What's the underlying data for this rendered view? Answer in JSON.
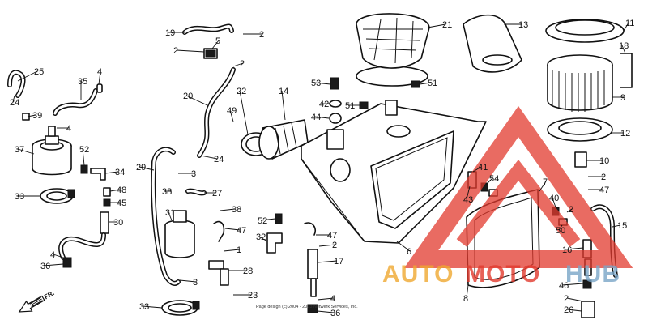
{
  "callouts": [
    {
      "id": "c-25",
      "text": "25"
    },
    {
      "id": "c-4a",
      "text": "4"
    },
    {
      "id": "c-35",
      "text": "35"
    },
    {
      "id": "c-24a",
      "text": "24"
    },
    {
      "id": "c-39",
      "text": "39"
    },
    {
      "id": "c-4b",
      "text": "4"
    },
    {
      "id": "c-37",
      "text": "37"
    },
    {
      "id": "c-52a",
      "text": "52"
    },
    {
      "id": "c-34",
      "text": "34"
    },
    {
      "id": "c-48",
      "text": "48"
    },
    {
      "id": "c-45",
      "text": "45"
    },
    {
      "id": "c-33a",
      "text": "33"
    },
    {
      "id": "c-30",
      "text": "30"
    },
    {
      "id": "c-4c",
      "text": "4"
    },
    {
      "id": "c-36a",
      "text": "36"
    },
    {
      "id": "c-19",
      "text": "19"
    },
    {
      "id": "c-2a",
      "text": "2"
    },
    {
      "id": "c-5",
      "text": "5"
    },
    {
      "id": "c-2b",
      "text": "2"
    },
    {
      "id": "c-2c",
      "text": "2"
    },
    {
      "id": "c-20",
      "text": "20"
    },
    {
      "id": "c-22",
      "text": "22"
    },
    {
      "id": "c-49",
      "text": "49"
    },
    {
      "id": "c-14",
      "text": "14"
    },
    {
      "id": "c-24b",
      "text": "24"
    },
    {
      "id": "c-29",
      "text": "29"
    },
    {
      "id": "c-3a",
      "text": "3"
    },
    {
      "id": "c-38a",
      "text": "38"
    },
    {
      "id": "c-27",
      "text": "27"
    },
    {
      "id": "c-38b",
      "text": "38"
    },
    {
      "id": "c-31",
      "text": "31"
    },
    {
      "id": "c-47a",
      "text": "47"
    },
    {
      "id": "c-1",
      "text": "1"
    },
    {
      "id": "c-28",
      "text": "28"
    },
    {
      "id": "c-3b",
      "text": "3"
    },
    {
      "id": "c-23",
      "text": "23"
    },
    {
      "id": "c-33b",
      "text": "33"
    },
    {
      "id": "c-53",
      "text": "53"
    },
    {
      "id": "c-42",
      "text": "42"
    },
    {
      "id": "c-44",
      "text": "44"
    },
    {
      "id": "c-51a",
      "text": "51"
    },
    {
      "id": "c-51b",
      "text": "51"
    },
    {
      "id": "c-21",
      "text": "21"
    },
    {
      "id": "c-52b",
      "text": "52"
    },
    {
      "id": "c-32",
      "text": "32"
    },
    {
      "id": "c-47b",
      "text": "47"
    },
    {
      "id": "c-2d",
      "text": "2"
    },
    {
      "id": "c-17",
      "text": "17"
    },
    {
      "id": "c-4d",
      "text": "4"
    },
    {
      "id": "c-36b",
      "text": "36"
    },
    {
      "id": "c-6",
      "text": "6"
    },
    {
      "id": "c-13",
      "text": "13"
    },
    {
      "id": "c-11",
      "text": "11"
    },
    {
      "id": "c-18",
      "text": "18"
    },
    {
      "id": "c-9",
      "text": "9"
    },
    {
      "id": "c-12",
      "text": "12"
    },
    {
      "id": "c-10",
      "text": "10"
    },
    {
      "id": "c-41",
      "text": "41"
    },
    {
      "id": "c-54",
      "text": "54"
    },
    {
      "id": "c-43",
      "text": "43"
    },
    {
      "id": "c-2e",
      "text": "2"
    },
    {
      "id": "c-47c",
      "text": "47"
    },
    {
      "id": "c-7",
      "text": "7"
    },
    {
      "id": "c-40",
      "text": "40"
    },
    {
      "id": "c-2f",
      "text": "2"
    },
    {
      "id": "c-50",
      "text": "50"
    },
    {
      "id": "c-15",
      "text": "15"
    },
    {
      "id": "c-16",
      "text": "16"
    },
    {
      "id": "c-46",
      "text": "46"
    },
    {
      "id": "c-2g",
      "text": "2"
    },
    {
      "id": "c-26",
      "text": "26"
    },
    {
      "id": "c-8",
      "text": "8"
    }
  ],
  "direction_arrow": {
    "label": "FR."
  },
  "footer": {
    "text": "Page design (c) 2004 - 2013 Netwerk Services, Inc."
  },
  "watermark": {
    "text_left": "AUTO",
    "text_mid": "MOTO",
    "text_right": "HUB",
    "color_orange": "#f0a830",
    "color_red": "#e23a2e",
    "color_blue": "#7aa6c8"
  }
}
